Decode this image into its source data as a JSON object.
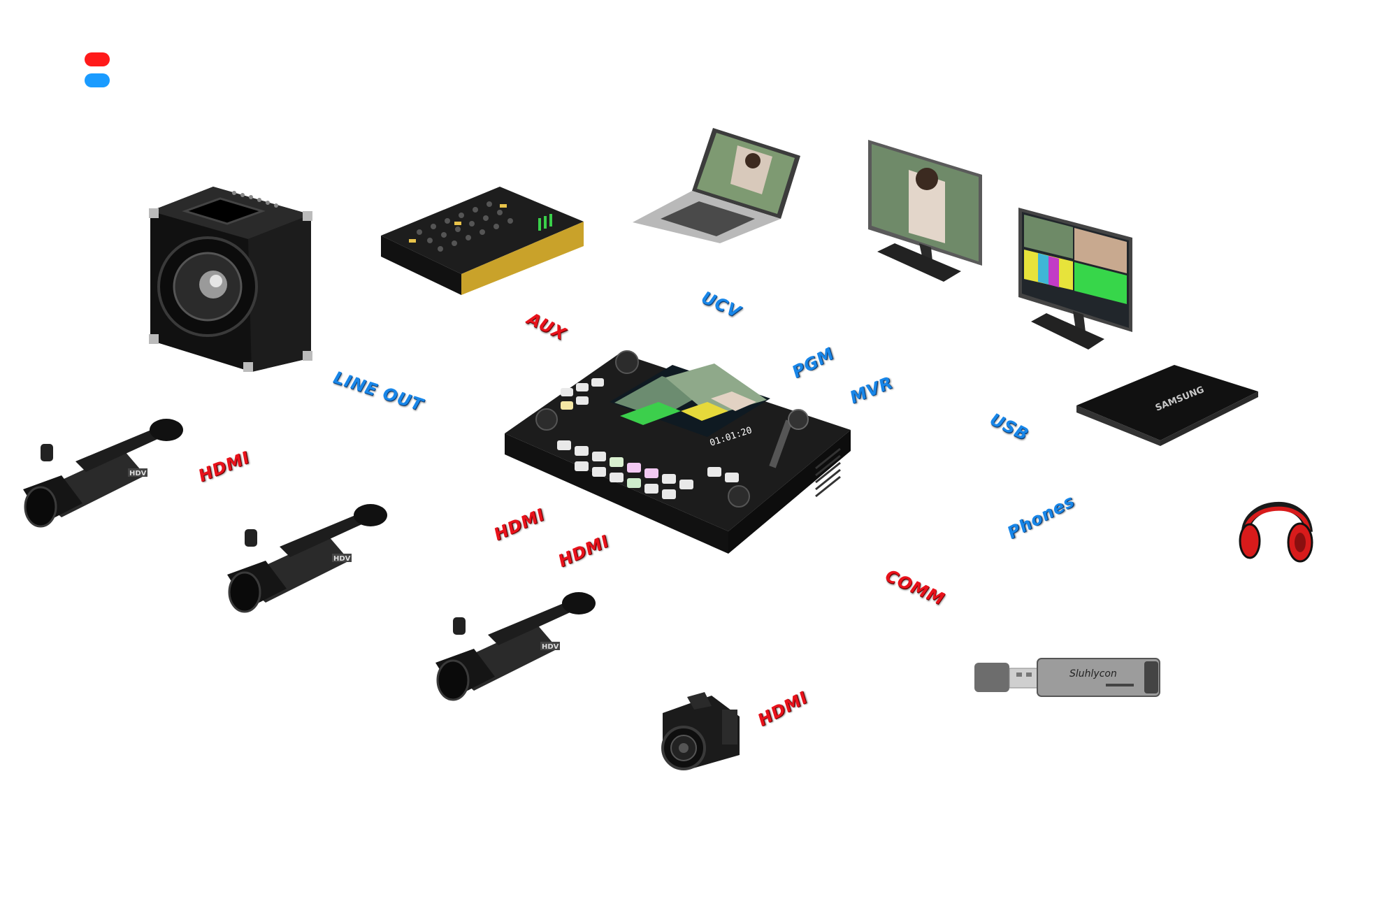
{
  "legend": {
    "input_color": "#ff1a1a",
    "output_color": "#1a9bff"
  },
  "colors": {
    "input_label": "#e8121b",
    "output_label": "#1886e8"
  },
  "devices": {
    "switcher": {
      "icon": "video-switcher-icon",
      "timecode": "01:01:20"
    },
    "speaker": {
      "icon": "speaker-cabinet-icon"
    },
    "mixer": {
      "icon": "audio-mixer-icon"
    },
    "laptop": {
      "icon": "laptop-icon"
    },
    "monitor_pgm": {
      "icon": "monitor-icon"
    },
    "monitor_mvr": {
      "icon": "multiview-monitor-icon"
    },
    "ssd": {
      "icon": "ssd-icon",
      "brand": "SAMSUNG"
    },
    "headphones": {
      "icon": "headphones-icon"
    },
    "usb_reader": {
      "icon": "usb-card-reader-icon",
      "brand": "Sluhlycon"
    },
    "camcorders": [
      {
        "icon": "camcorder-icon",
        "badge": "HDV"
      },
      {
        "icon": "camcorder-icon",
        "badge": "HDV"
      },
      {
        "icon": "camcorder-icon",
        "badge": "HDV"
      }
    ],
    "dslr": {
      "icon": "dslr-camera-icon"
    }
  },
  "labels": {
    "line_out": "LINE OUT",
    "aux": "AUX",
    "uvc": "UCV",
    "pgm": "PGM",
    "mvr": "MVR",
    "usb": "USB",
    "phones": "Phones",
    "comm": "COMM",
    "hdmi_1": "HDMI",
    "hdmi_2": "HDMI",
    "hdmi_3": "HDMI",
    "hdmi_4": "HDMI"
  }
}
